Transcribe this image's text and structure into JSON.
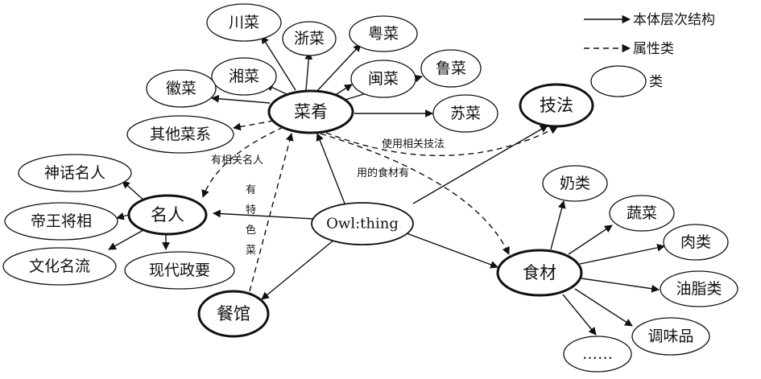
{
  "legend": {
    "hierarchy": "本体层次结构",
    "attribute": "属性类",
    "class": "类"
  },
  "nodes": {
    "owl": "Owl:thing",
    "dishes": "菜肴",
    "famous": "名人",
    "restaurant": "餐馆",
    "ingredients": "食材",
    "technique": "技法",
    "chuan": "川菜",
    "zhe": "浙菜",
    "yue": "粤菜",
    "xiang": "湘菜",
    "min": "闽菜",
    "lu": "鲁菜",
    "hui": "徽菜",
    "su": "苏菜",
    "other_cuisine": "其他菜系",
    "myth": "神话名人",
    "emperor": "帝王将相",
    "culture": "文化名流",
    "modern": "现代政要",
    "dairy": "奶类",
    "vegetable": "蔬菜",
    "meat": "肉类",
    "oil": "油脂类",
    "seasoning": "调味品",
    "more": "……"
  },
  "edge_labels": {
    "has_famous": "有相关名人",
    "specialty_chars": [
      "有",
      "特",
      "色",
      "菜"
    ],
    "uses_technique": "使用相关技法",
    "uses_ingredient": "用的食材有"
  }
}
